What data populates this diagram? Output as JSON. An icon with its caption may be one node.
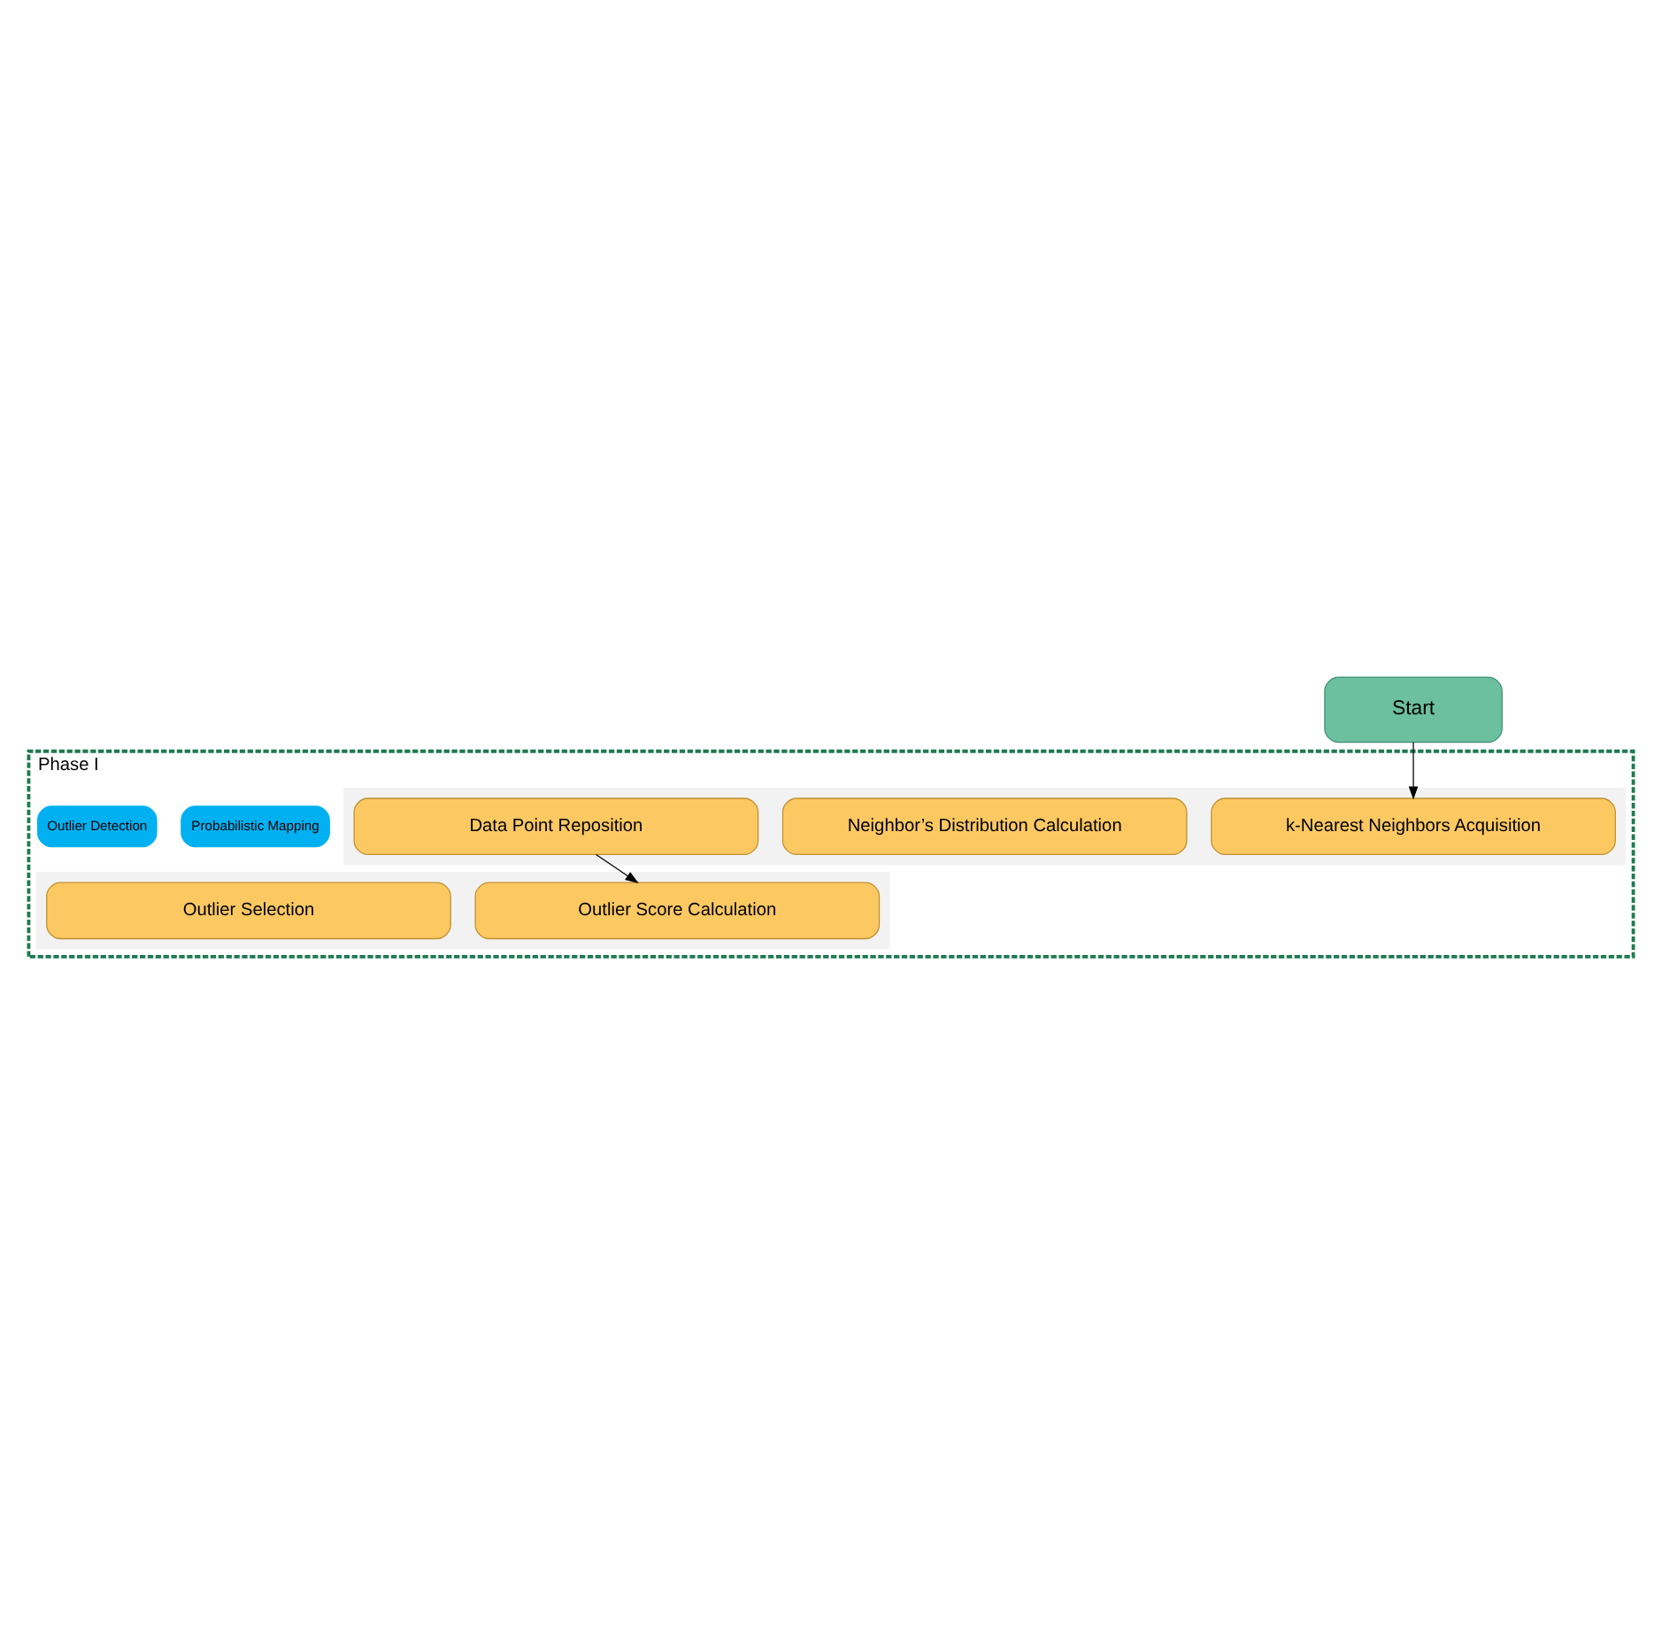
{
  "diagram": {
    "nodes": [
      {
        "text": [
          "Start"
        ]
      },
      {
        "text": [
          "Phase I"
        ]
      },
      {
        "text": [],
        "shape": "box",
        "in": 1
      },
      {
        "text": [
          "Probabilistic Mapping"
        ],
        "in": 1
      },
      {
        "text": [
          "k-Nearest Neighbors Acquisition"
        ],
        "in": 2
      },
      {
        "text": [
          "Neighbor’s Distribution Calculation"
        ],
        "in": 2
      },
      {
        "text": [
          "Data Point Reposition"
        ],
        "in": 2
      },
      {
        "text": [],
        "shape": "box",
        "in": 1
      },
      {
        "text": [
          "Outlier Detection"
        ],
        "in": 1
      },
      {
        "text": [
          "Outlier Score Calculation"
        ],
        "in": 7
      },
      {
        "text": [
          "Outlier Selection"
        ],
        "in": 7
      }
    ],
    "edges": [
      {
        "from": 0,
        "to": 4,
        "arrow": "to"
      },
      {
        "from": 6,
        "to": 9,
        "arrow": "to"
      }
    ]
  }
}
